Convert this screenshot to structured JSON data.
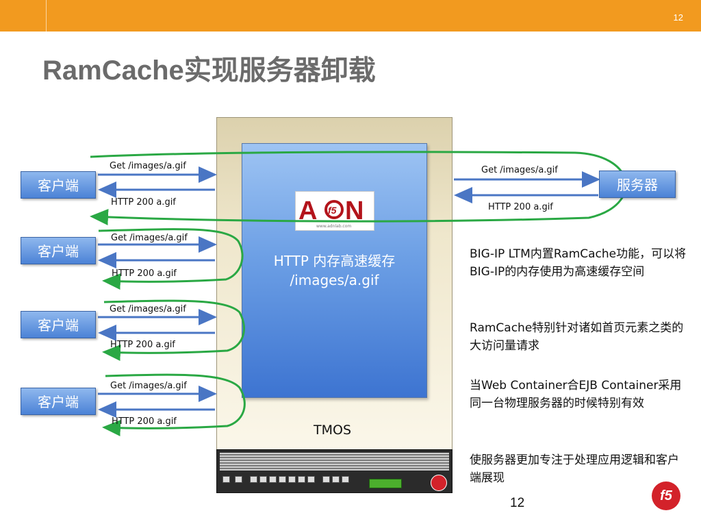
{
  "header": {
    "slide_number": "12"
  },
  "title": "RamCache实现服务器卸载",
  "clients": [
    {
      "label": "客户端",
      "request": "Get /images/a.gif",
      "response": "HTTP 200 a.gif"
    },
    {
      "label": "客户端",
      "request": "Get /images/a.gif",
      "response": "HTTP 200 a.gif"
    },
    {
      "label": "客户端",
      "request": "Get /images/a.gif",
      "response": "HTTP 200 a.gif"
    },
    {
      "label": "客户端",
      "request": "Get /images/a.gif",
      "response": "HTTP 200 a.gif"
    }
  ],
  "server": {
    "label": "服务器",
    "request": "Get /images/a.gif",
    "response": "HTTP 200 a.gif"
  },
  "cache": {
    "line1": "HTTP 内存高速缓存",
    "line2": "/images/a.gif"
  },
  "logo": {
    "text": "ADN",
    "sub": "www.adnlab.com"
  },
  "tmos_label": "TMOS",
  "description": [
    "BIG-IP LTM内置RamCache功能，可以将BIG-IP的内存使用为高速缓存空间",
    "RamCache特别针对诸如首页元素之类的大访问量请求",
    "当Web Container合EJB Container采用同一台物理服务器的时候特别有效",
    "使服务器更加专注于处理应用逻辑和客户端展现"
  ],
  "footer": {
    "page_number": "12",
    "brand": "f5"
  },
  "colors": {
    "orange_bar": "#f29a1f",
    "green_flow": "#2aa844",
    "blue_arrow": "#4a76c4",
    "box_blue": "#4b82d6"
  }
}
